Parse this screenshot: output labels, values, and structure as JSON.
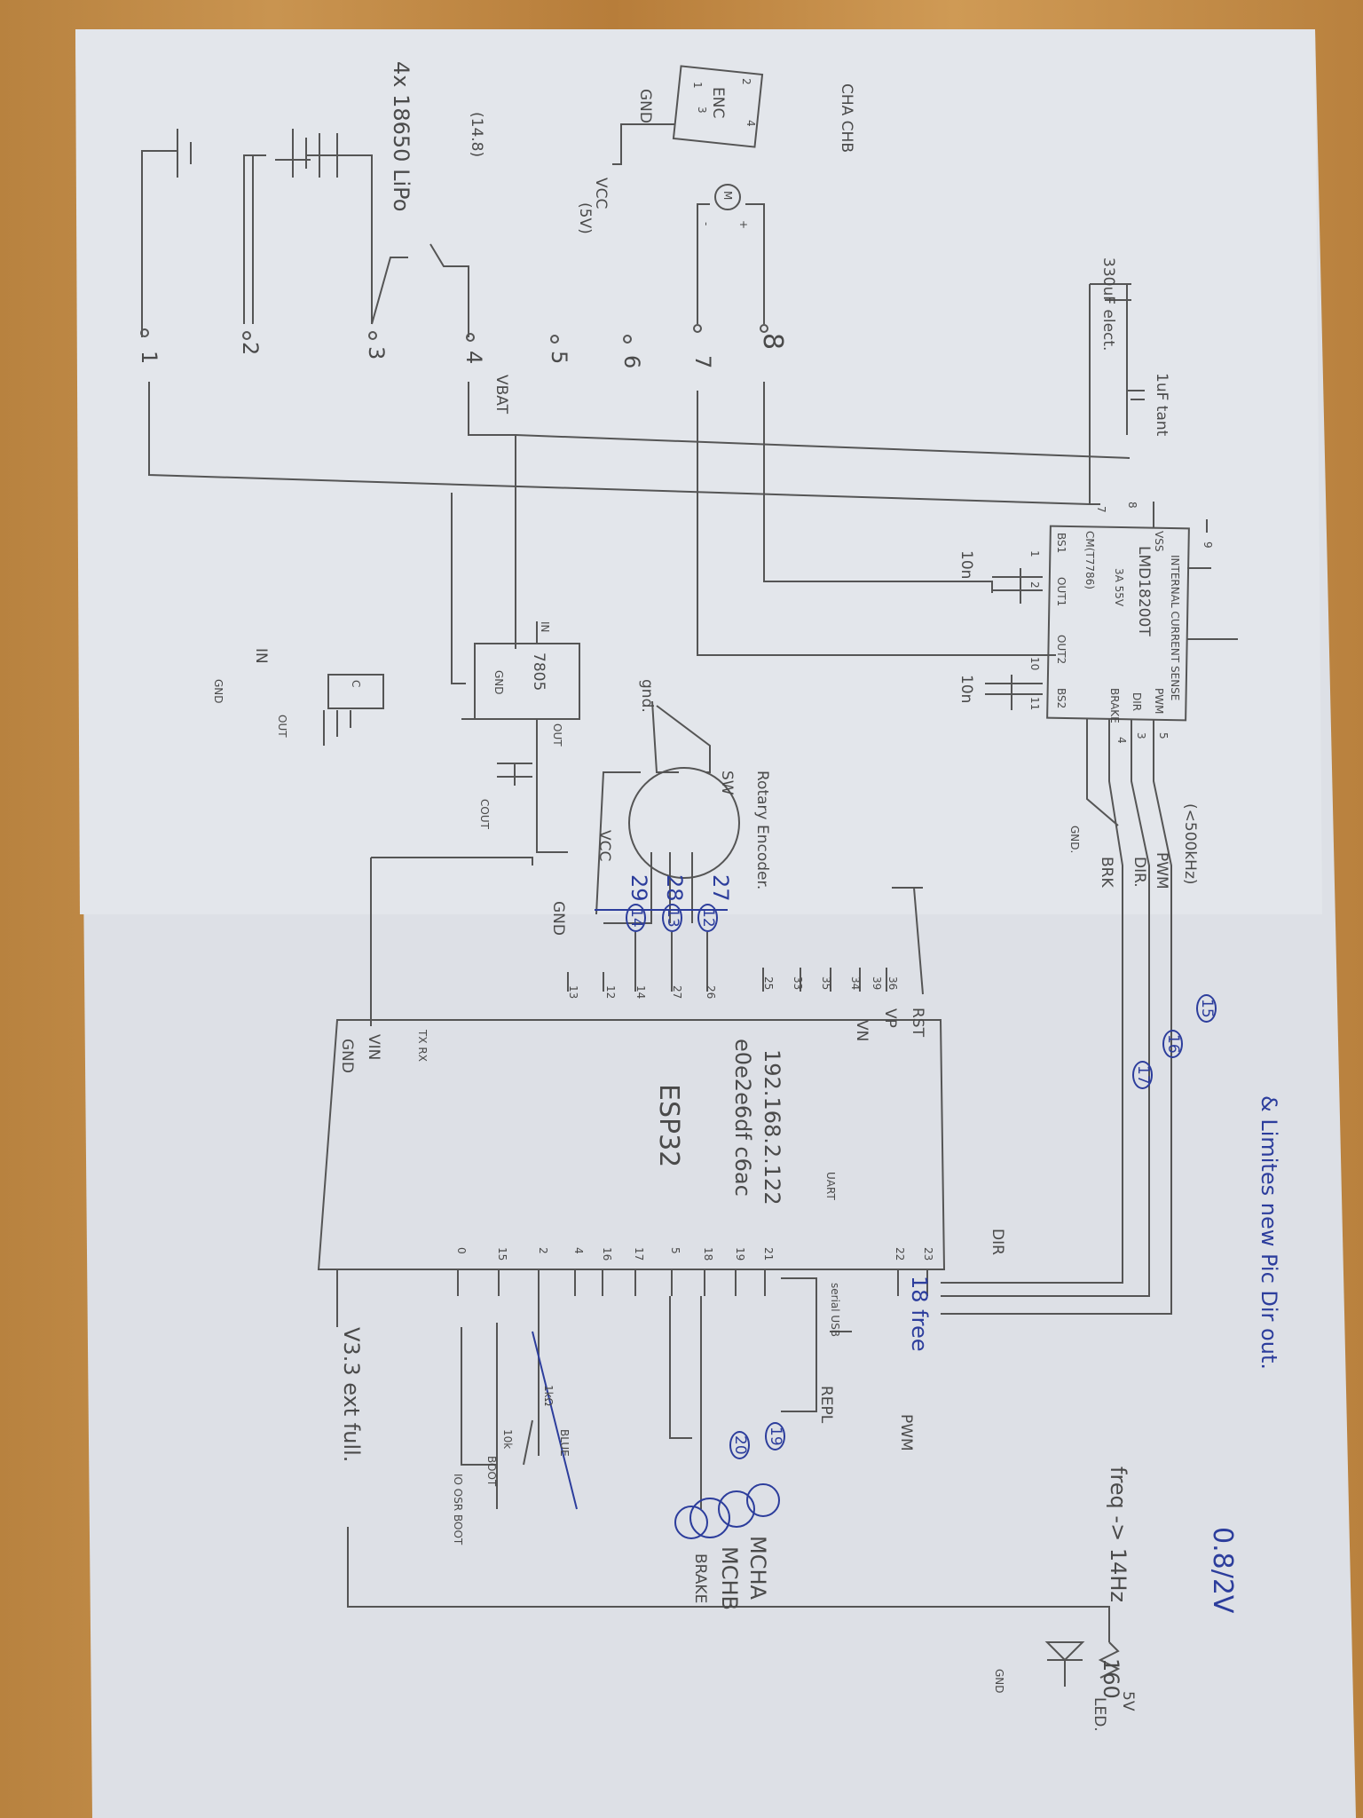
{
  "notes": {
    "voltage": "0.8/2V",
    "limits": "& Limites new Pic Dir out.",
    "freq": "freq -> 14Hz",
    "free_pins": "18 free",
    "v33": "V3.3 ext full."
  },
  "battery": {
    "label": "4x 18650 LiPo",
    "voltage": "(14.8)",
    "terminals": [
      "1",
      "2",
      "3",
      "4",
      "5",
      "6",
      "7",
      "8"
    ],
    "vbat": "VBAT"
  },
  "encoder_motor": {
    "cha_chb": "CHA CHB",
    "enc": "ENC",
    "pins": [
      "1",
      "2",
      "3",
      "4"
    ],
    "gnd": "GND",
    "vcc": "VCC",
    "vcc_5v": "(5V)",
    "motor": "M",
    "plus": "+",
    "minus": "-"
  },
  "capacitors": {
    "c330": "330uF elect.",
    "c1": "1uF tant",
    "c10n_a": "10n",
    "c10n_b": "10n",
    "cout": "COUT"
  },
  "lmd18200": {
    "name": "LMD18200T",
    "sense": "INTERNAL CURRENT SENSE",
    "rating": "3A 55V",
    "cm": "CM(T7786)",
    "vss": "VSS",
    "bs1": "BS1",
    "out1": "OUT1",
    "out2": "OUT2",
    "bs2": "BS2",
    "pwm": "PWM",
    "dir": "DIR",
    "brake": "BRAKE",
    "pin_numbers": [
      "1",
      "2",
      "10",
      "11",
      "7",
      "8",
      "9",
      "5",
      "3",
      "4"
    ],
    "pwm_freq": "(<500kHz)",
    "ext_pwm": "PWM",
    "ext_dir": "DIR.",
    "ext_brk": "BRK",
    "gnd": "GND."
  },
  "regulator": {
    "name": "7805",
    "in": "IN",
    "gnd": "GND",
    "out": "OUT",
    "transistor_in": "IN",
    "transistor_out": "OUT",
    "transistor_gnd": "GND",
    "transistor_mark": "C"
  },
  "rotary_encoder": {
    "name": "Rotary Encoder.",
    "sw": "SW",
    "gnd": "gnd.",
    "vcc": "VCC",
    "gnd2": "GND",
    "pins": [
      "27",
      "28",
      "29"
    ],
    "gpio": [
      "12",
      "13",
      "14"
    ]
  },
  "esp32": {
    "name": "ESP32",
    "ip": "192.168.2.122",
    "mac": "e0e2e6df c6ac",
    "uart": "UART",
    "rst": "RST",
    "vp": "VP",
    "vn": "VN",
    "vin": "VIN",
    "gnd": "GND",
    "top_pins": [
      "36",
      "39",
      "34",
      "35",
      "33",
      "25",
      "26",
      "27",
      "14",
      "12",
      "13"
    ],
    "bottom_pins": [
      "23",
      "22",
      "21",
      "19",
      "18",
      "5",
      "17",
      "16",
      "4",
      "2",
      "15",
      "0"
    ],
    "txrx": "TX RX",
    "serial": "serial USB",
    "repl": "REPL",
    "pwm": "PWM",
    "dir": "DIR",
    "led_r": "1kΩ",
    "led_label": "BLUE",
    "led_r2": "10k",
    "btn": "BOOT",
    "osr": "IO OSR BOOT"
  },
  "outputs": {
    "mcha": "MCHA",
    "mchb": "MCHB",
    "brake": "BRAKE",
    "circled_15": "15",
    "circled_16": "16",
    "circled_17": "17",
    "circled_19": "19",
    "circled_20": "20",
    "r160": "160",
    "led_5v": "5V",
    "led": "LED.",
    "gnd": "GND"
  }
}
